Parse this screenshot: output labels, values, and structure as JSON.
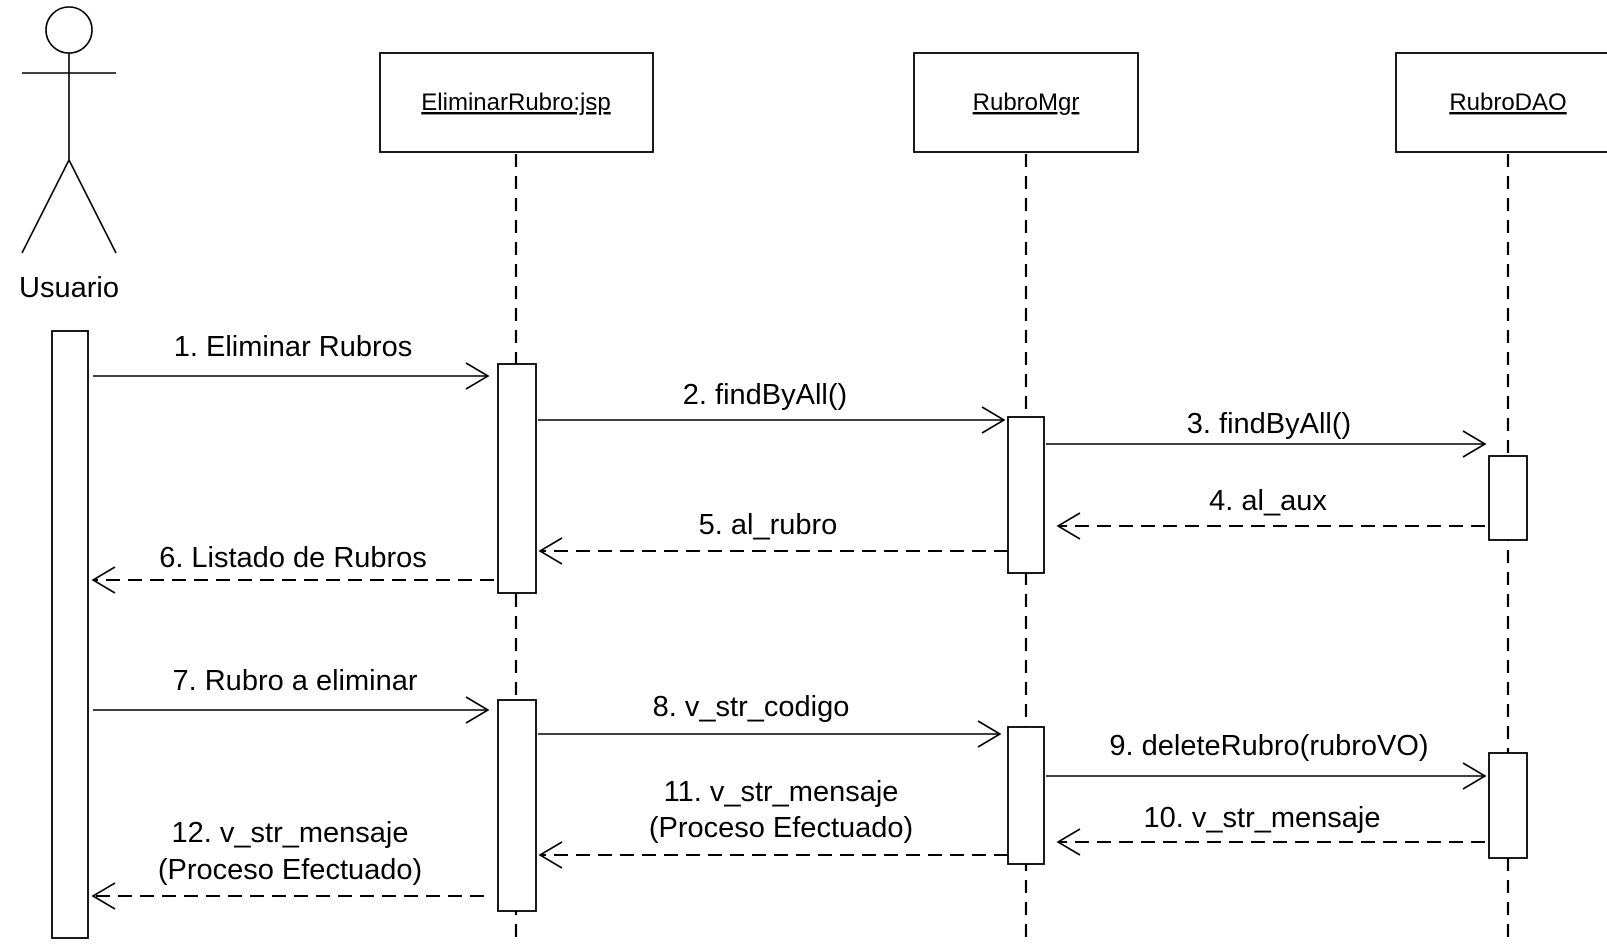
{
  "actor": {
    "name": "Usuario"
  },
  "participants": [
    {
      "title": "EliminarRubro:jsp"
    },
    {
      "title": "RubroMgr"
    },
    {
      "title": "RubroDAO"
    }
  ],
  "messages": [
    {
      "text": [
        "1. Eliminar Rubros"
      ]
    },
    {
      "text": [
        "2. findByAll()"
      ]
    },
    {
      "text": [
        "3. findByAll()"
      ]
    },
    {
      "text": [
        "4. al_aux"
      ]
    },
    {
      "text": [
        "5. al_rubro"
      ]
    },
    {
      "text": [
        "6. Listado de Rubros"
      ]
    },
    {
      "text": [
        "7. Rubro a eliminar"
      ]
    },
    {
      "text": [
        "8. v_str_codigo"
      ]
    },
    {
      "text": [
        "9. deleteRubro(rubroVO)"
      ]
    },
    {
      "text": [
        "10. v_str_mensaje"
      ]
    },
    {
      "text": [
        "11. v_str_mensaje",
        "(Proceso Efectuado)"
      ]
    },
    {
      "text": [
        "12. v_str_mensaje",
        "(Proceso Efectuado)"
      ]
    }
  ]
}
